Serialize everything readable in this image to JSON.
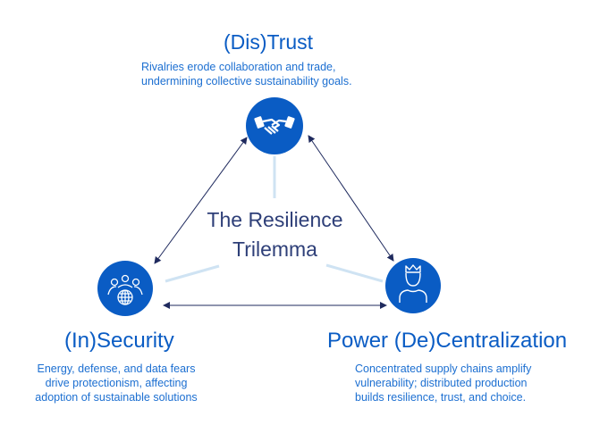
{
  "center_title": {
    "line1": "The Resilience",
    "line2": "Trilemma"
  },
  "nodes": [
    {
      "id": "trust",
      "title": "(Dis)Trust",
      "icon": "handshake-icon",
      "desc": [
        "Rivalries erode collaboration and trade,",
        "undermining collective sustainability goals."
      ]
    },
    {
      "id": "security",
      "title": "(In)Security",
      "icon": "people-globe-icon",
      "desc": [
        "Energy, defense, and data fears",
        "drive protectionism, affecting",
        "adoption of sustainable solutions"
      ]
    },
    {
      "id": "power",
      "title": "Power (De)Centralization",
      "icon": "crowned-person-icon",
      "desc": [
        "Concentrated supply chains amplify",
        "vulnerability; distributed production",
        "builds resilience, trust, and choice."
      ]
    }
  ],
  "colors": {
    "circle": "#0a5cc4",
    "arrow": "#1f2a5e",
    "spoke": "#cfe3f3",
    "center_text": "#2e3f78"
  }
}
